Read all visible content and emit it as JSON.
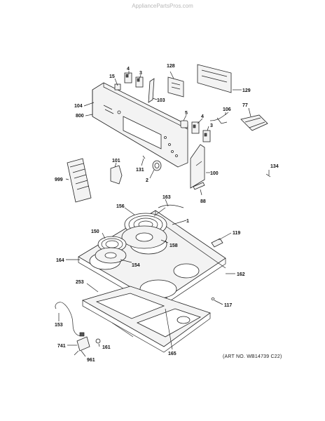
{
  "watermark": "AppliancePartsPros.com",
  "art_number": "(ART NO. WB14739 C22)",
  "part_labels": {
    "p4a": "4",
    "p3a": "3",
    "p15": "15",
    "p128": "128",
    "p129": "129",
    "p104": "104",
    "p800": "800",
    "p103": "103",
    "p5": "5",
    "p4b": "4",
    "p106": "106",
    "p77": "77",
    "p3b": "3",
    "p101": "101",
    "p999": "999",
    "p131": "131",
    "p2": "2",
    "p100": "100",
    "p134": "134",
    "p163": "163",
    "p88": "88",
    "p156": "156",
    "p1": "1",
    "p119": "119",
    "p150": "150",
    "p158": "158",
    "p164": "164",
    "p154": "154",
    "p162": "162",
    "p253": "253",
    "p117": "117",
    "p153": "153",
    "p165": "165",
    "p741": "741",
    "p161": "161",
    "p961": "961"
  }
}
